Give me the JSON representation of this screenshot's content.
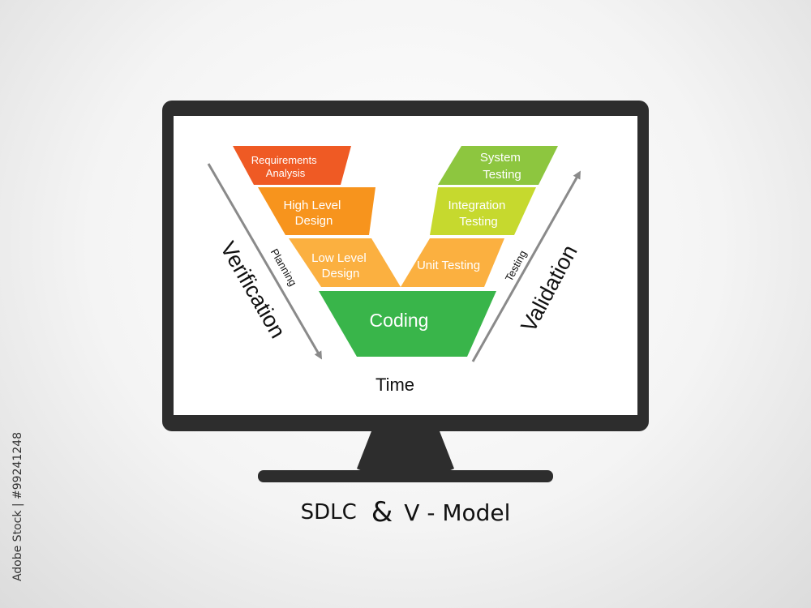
{
  "left_arm": {
    "top": "Requirements Analysis",
    "middle": "High Level Design",
    "bottom": "Low Level Design"
  },
  "right_arm": {
    "top": "System Testing",
    "middle": "Integration Testing",
    "bottom": "Unit Testing"
  },
  "base": "Coding",
  "time_label": "Time",
  "left_arrow": {
    "outer": "Verification",
    "inner": "Planning"
  },
  "right_arrow": {
    "outer": "Validation",
    "inner": "Testing"
  },
  "caption": {
    "part1": "SDLC",
    "part2": "&",
    "part3": "V - Model"
  },
  "side_id": "Adobe Stock | #99241248",
  "colors": {
    "requirements": "#ef5a24",
    "high_level": "#f7941d",
    "low_level": "#fbb040",
    "coding": "#39b54a",
    "unit_testing": "#fbb040",
    "integration": "#c6d92e",
    "system": "#8dc63f",
    "monitor": "#2d2d2d",
    "arrow": "#8a8a8a"
  }
}
